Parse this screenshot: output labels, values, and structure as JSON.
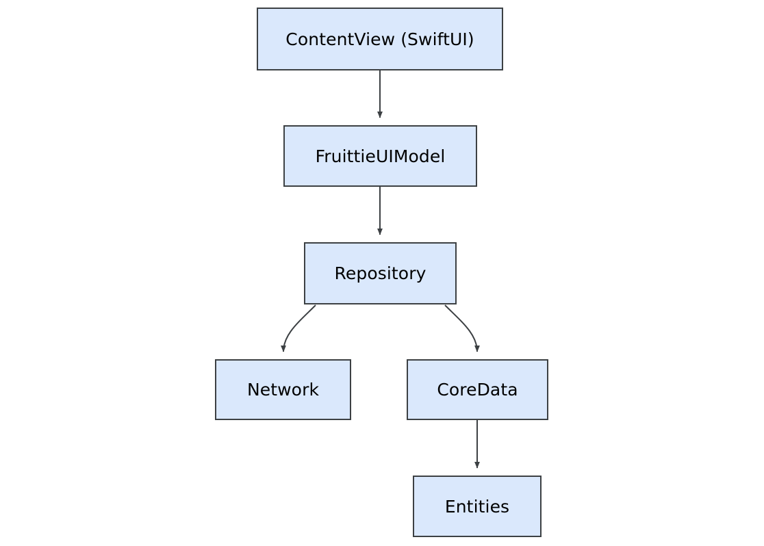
{
  "diagram": {
    "title": "App architecture flow diagram",
    "type": "flowchart",
    "direction": "top-down",
    "colors": {
      "node_fill": "#dae8fc",
      "node_border": "#3c4043",
      "edge_stroke": "#3c4043",
      "label_text": "#000000",
      "background": "#ffffff"
    },
    "nodes": [
      {
        "id": "contentview",
        "label": "ContentView (SwiftUI)"
      },
      {
        "id": "uimodel",
        "label": "FruittieUIModel"
      },
      {
        "id": "repository",
        "label": "Repository"
      },
      {
        "id": "network",
        "label": "Network"
      },
      {
        "id": "coredata",
        "label": "CoreData"
      },
      {
        "id": "entities",
        "label": "Entities"
      }
    ],
    "edges": [
      {
        "from": "contentview",
        "to": "uimodel",
        "style": "straight",
        "arrow": "filled-triangle"
      },
      {
        "from": "uimodel",
        "to": "repository",
        "style": "straight",
        "arrow": "filled-triangle"
      },
      {
        "from": "repository",
        "to": "network",
        "style": "curved",
        "arrow": "filled-triangle"
      },
      {
        "from": "repository",
        "to": "coredata",
        "style": "curved",
        "arrow": "filled-triangle"
      },
      {
        "from": "coredata",
        "to": "entities",
        "style": "straight",
        "arrow": "filled-triangle"
      }
    ]
  }
}
